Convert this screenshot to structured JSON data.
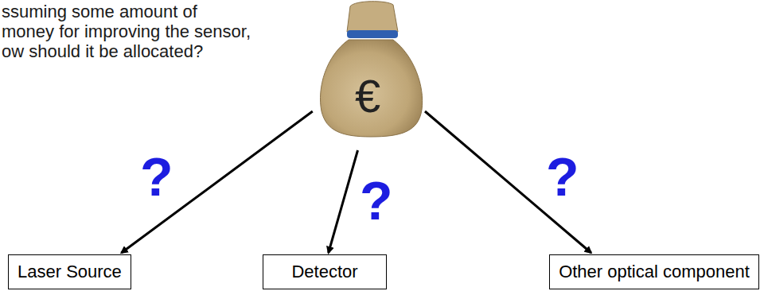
{
  "diagram": {
    "nodes": [
      {
        "text": [
          "€"
        ]
      },
      {
        "text": [
          "Laser Source"
        ]
      },
      {
        "text": [
          "Detector"
        ]
      },
      {
        "text": [
          "Other optical component"
        ]
      }
    ],
    "edges": [
      {
        "from": 0,
        "to": 1,
        "arrow": "to",
        "label": "?"
      },
      {
        "from": 0,
        "to": 2,
        "arrow": "to",
        "label": "?"
      },
      {
        "from": 0,
        "to": 3,
        "arrow": "to",
        "label": "?"
      }
    ],
    "labels": [
      "ssuming some amount of",
      "money for improving the sensor,",
      "ow should it be allocated?"
    ]
  }
}
